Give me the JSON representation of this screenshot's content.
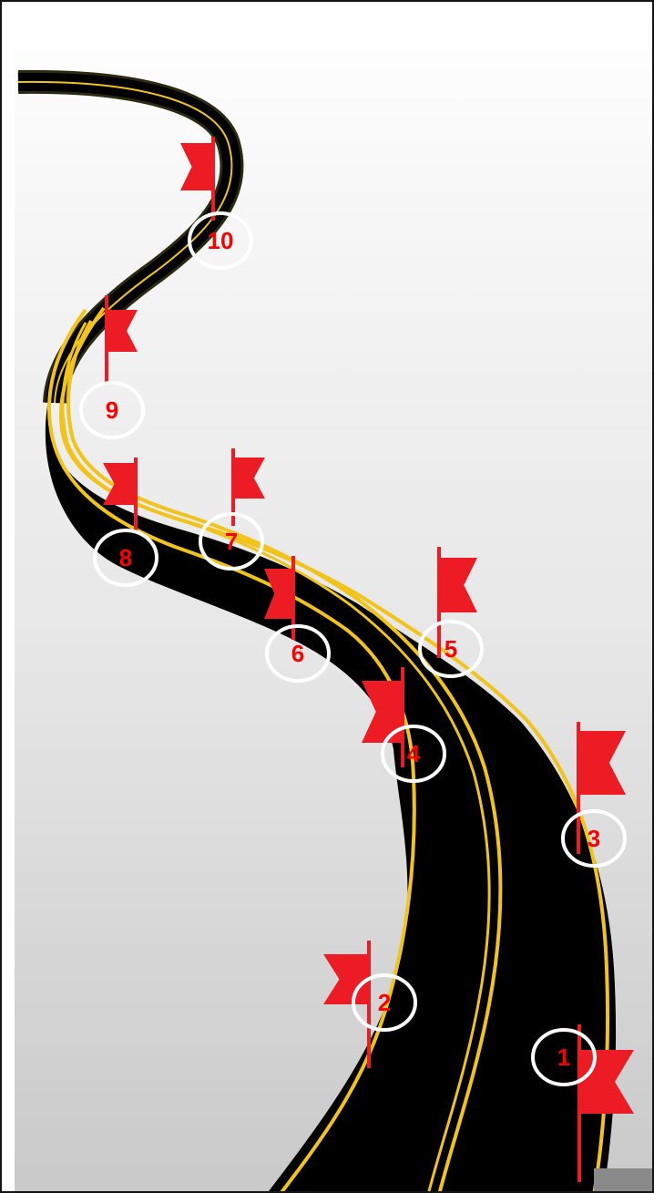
{
  "colors": {
    "road": "#000000",
    "road_line": "#f2c318",
    "flag": "#ed1c24",
    "marker_ring": "#ffffff",
    "number_text": "#ff0000",
    "border": "#151515"
  },
  "milestones": [
    {
      "number": "1",
      "flag_side": "right"
    },
    {
      "number": "2",
      "flag_side": "left"
    },
    {
      "number": "3",
      "flag_side": "right"
    },
    {
      "number": "4",
      "flag_side": "left"
    },
    {
      "number": "5",
      "flag_side": "right"
    },
    {
      "number": "6",
      "flag_side": "left"
    },
    {
      "number": "7",
      "flag_side": "right"
    },
    {
      "number": "8",
      "flag_side": "left"
    },
    {
      "number": "9",
      "flag_side": "right"
    },
    {
      "number": "10",
      "flag_side": "left"
    }
  ]
}
